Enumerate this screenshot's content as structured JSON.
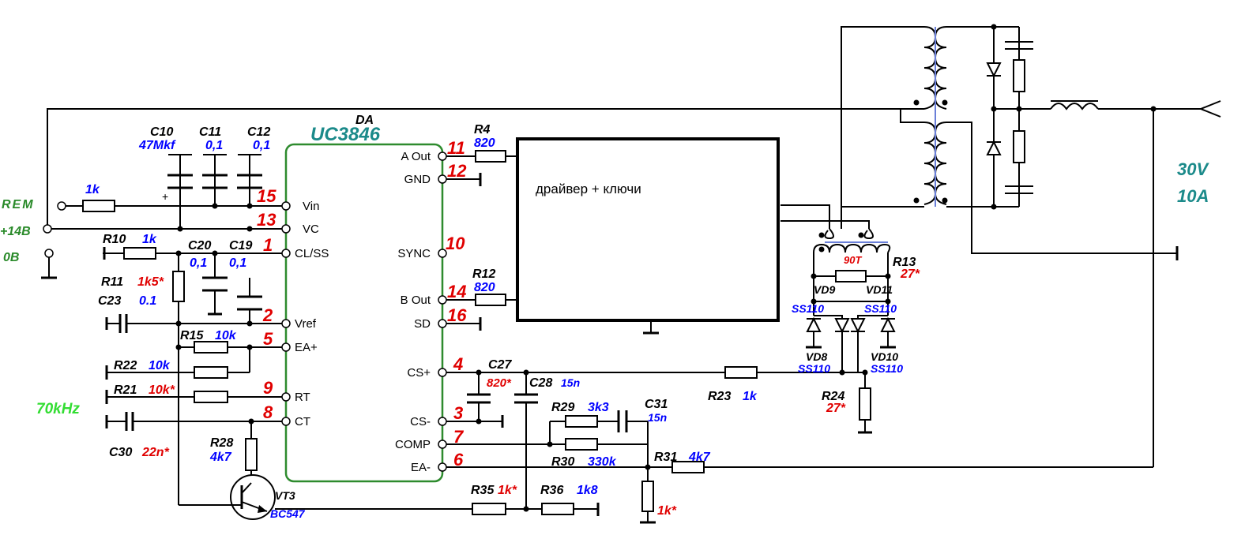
{
  "diagram": {
    "ic": {
      "name": "DA",
      "part": "UC3846"
    },
    "driver_label": "драйвер + ключи",
    "pins": [
      {
        "num": "15",
        "name": "Vin"
      },
      {
        "num": "13",
        "name": "VC"
      },
      {
        "num": "1",
        "name": "CL/SS"
      },
      {
        "num": "2",
        "name": "Vref"
      },
      {
        "num": "5",
        "name": "EA+"
      },
      {
        "num": "9",
        "name": "RT"
      },
      {
        "num": "8",
        "name": "CT"
      },
      {
        "num": "11",
        "name": "A Out"
      },
      {
        "num": "12",
        "name": "GND"
      },
      {
        "num": "10",
        "name": "SYNC"
      },
      {
        "num": "14",
        "name": "B Out"
      },
      {
        "num": "16",
        "name": "SD"
      },
      {
        "num": "4",
        "name": "CS+"
      },
      {
        "num": "3",
        "name": "CS-"
      },
      {
        "num": "7",
        "name": "COMP"
      },
      {
        "num": "6",
        "name": "EA-"
      }
    ],
    "inputs": {
      "rem": "REM",
      "plus14": "+14В",
      "zero": "0В"
    },
    "output": {
      "voltage": "30V",
      "current": "10A"
    },
    "frequency": "70kHz",
    "components": {
      "r_rem": {
        "value": "1k"
      },
      "c10": {
        "ref": "C10",
        "value": "47Mkf"
      },
      "c11": {
        "ref": "C11",
        "value": "0,1"
      },
      "c12": {
        "ref": "C12",
        "value": "0,1"
      },
      "r10": {
        "ref": "R10",
        "value": "1k"
      },
      "c20": {
        "ref": "C20",
        "value": "0,1"
      },
      "c19": {
        "ref": "C19",
        "value": "0,1"
      },
      "r11": {
        "ref": "R11",
        "value": "1k5*"
      },
      "c23": {
        "ref": "C23",
        "value": "0.1"
      },
      "r15": {
        "ref": "R15",
        "value": "10k"
      },
      "r22": {
        "ref": "R22",
        "value": "10k"
      },
      "r21": {
        "ref": "R21",
        "value": "10k*"
      },
      "c30": {
        "ref": "C30",
        "value": "22n*"
      },
      "r28": {
        "ref": "R28",
        "value": "4k7"
      },
      "vt3": {
        "ref": "VT3",
        "value": "BC547"
      },
      "r4": {
        "ref": "R4",
        "value": "820"
      },
      "r12": {
        "ref": "R12",
        "value": "820"
      },
      "c27": {
        "ref": "C27",
        "value": "820*"
      },
      "c28": {
        "ref": "C28",
        "value": "15n"
      },
      "r29": {
        "ref": "R29",
        "value": "3k3"
      },
      "c31": {
        "ref": "C31",
        "value": "15n"
      },
      "r30": {
        "ref": "R30",
        "value": "330k"
      },
      "r31": {
        "ref": "R31",
        "value": "4k7"
      },
      "r_low": {
        "value": "1k*"
      },
      "r35": {
        "ref": "R35",
        "value": "1k*"
      },
      "r36": {
        "ref": "R36",
        "value": "1k8"
      },
      "r23": {
        "ref": "R23",
        "value": "1k"
      },
      "r24": {
        "ref": "R24",
        "value": "27*"
      },
      "r13": {
        "ref": "R13",
        "value": "27*"
      },
      "ct_turns": "90T",
      "vd9": {
        "ref": "VD9",
        "value": "SS110"
      },
      "vd11": {
        "ref": "VD11",
        "value": "SS110"
      },
      "vd8": {
        "ref": "VD8",
        "value": "SS110"
      },
      "vd10": {
        "ref": "VD10",
        "value": "SS110"
      }
    }
  }
}
